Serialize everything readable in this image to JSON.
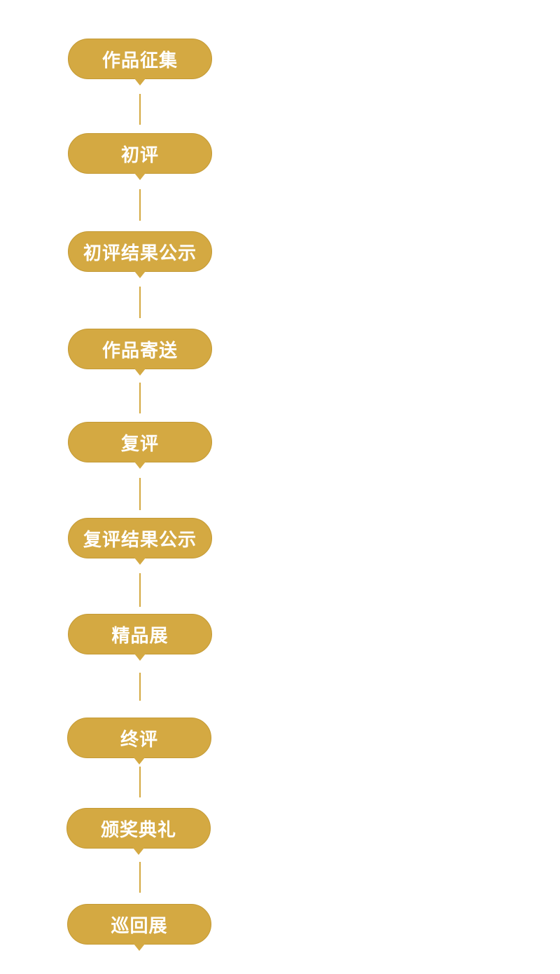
{
  "process": {
    "steps": [
      {
        "label": "作品征集"
      },
      {
        "label": "初评"
      },
      {
        "label": "初评结果公示"
      },
      {
        "label": "作品寄送"
      },
      {
        "label": "复评"
      },
      {
        "label": "复评结果公示"
      },
      {
        "label": "精品展"
      },
      {
        "label": "终评"
      },
      {
        "label": "颁奖典礼"
      },
      {
        "label": "巡回展"
      }
    ]
  },
  "colors": {
    "step_fill": "#d4a942",
    "step_text": "#ffffff",
    "connector": "#d4a942",
    "background": "#ffffff"
  }
}
